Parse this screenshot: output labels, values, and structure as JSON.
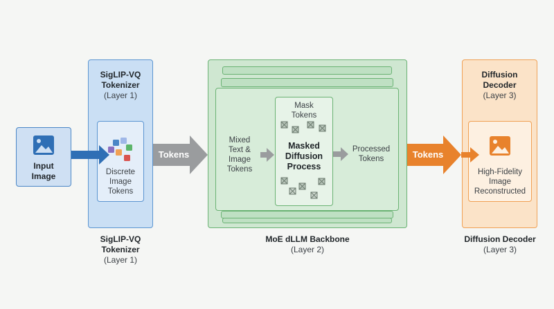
{
  "input": {
    "label": "Input\nImage"
  },
  "tokenizer": {
    "title": "SigLIP-VQ\nTokenizer",
    "layer": "(Layer 1)",
    "inner_label": "Discrete\nImage\nTokens",
    "caption_title": "SigLIP-VQ\nTokenizer",
    "caption_layer": "(Layer 1)"
  },
  "arrow_tokens_1": "Tokens",
  "backbone": {
    "mixed_label": "Mixed\nText &\nImage\nTokens",
    "mask_label": "Mask\nTokens",
    "process_label": "Masked\nDiffusion\nProcess",
    "processed_label": "Processed\nTokens",
    "caption_title": "MoE dLLM Backbone",
    "caption_layer": "(Layer 2)"
  },
  "arrow_tokens_2": "Tokens",
  "decoder": {
    "title": "Diffusion\nDecoder",
    "layer": "(Layer 3)",
    "inner_label": "High-Fidelity\nImage\nReconstructed",
    "caption_title": "Diffusion Decoder",
    "caption_layer": "(Layer 3)"
  },
  "colors": {
    "blue": "#2f6fb5",
    "green": "#6ab273",
    "orange": "#e8822c",
    "gray_arrow": "#9a9c9e"
  }
}
